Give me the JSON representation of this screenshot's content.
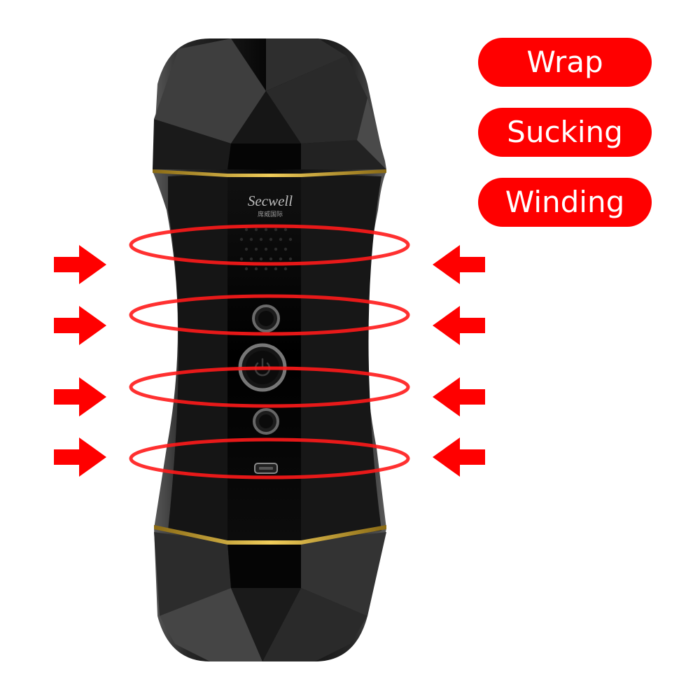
{
  "product": {
    "brand": "Secwell",
    "brand_subtitle": "席威国际"
  },
  "features": [
    {
      "label": "Wrap"
    },
    {
      "label": "Sucking"
    },
    {
      "label": "Winding"
    }
  ],
  "colors": {
    "accent": "#ff0000",
    "body": "#0a0a0a",
    "trim": "#c9a227",
    "background": "#ffffff"
  },
  "icons": {
    "arrow_left_side": "arrow-right-icon",
    "arrow_right_side": "arrow-left-icon",
    "power_button": "power-icon"
  }
}
